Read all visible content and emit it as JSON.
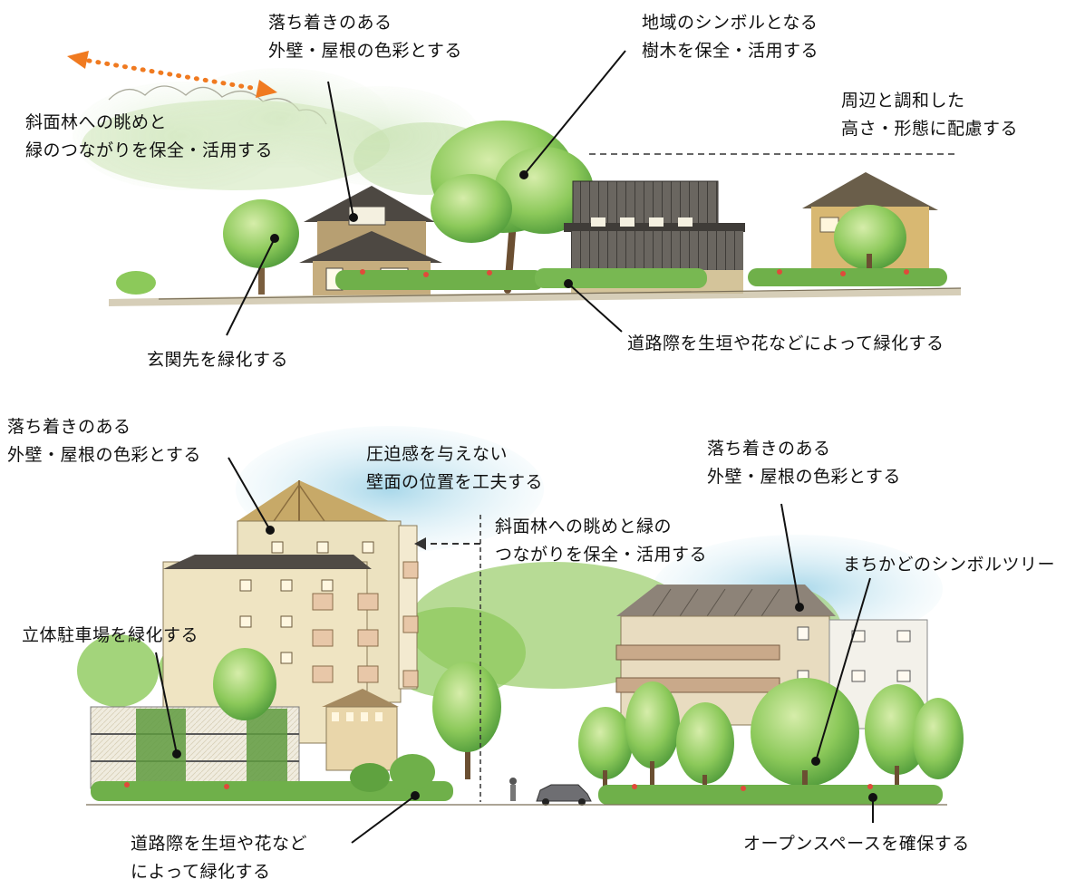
{
  "top": {
    "label_facade_color": {
      "line1": "落ち着きのある",
      "line2": "外壁・屋根の色彩とする"
    },
    "label_symbol_tree": {
      "line1": "地域のシンボルとなる",
      "line2": "樹木を保全・活用する"
    },
    "label_height_form": {
      "line1": "周辺と調和した",
      "line2": "高さ・形態に配慮する"
    },
    "label_slope_forest": {
      "line1": "斜面林への眺めと",
      "line2": "緑のつながりを保全・活用する"
    },
    "label_entrance": {
      "line1": "玄関先を緑化する"
    },
    "label_roadside": {
      "line1": "道路際を生垣や花などによって緑化する"
    }
  },
  "bottom": {
    "label_facade_color_left": {
      "line1": "落ち着きのある",
      "line2": "外壁・屋根の色彩とする"
    },
    "label_wall_position": {
      "line1": "圧迫感を与えない",
      "line2": "壁面の位置を工夫する"
    },
    "label_slope_forest": {
      "line1": "斜面林への眺めと緑の",
      "line2": "つながりを保全・活用する"
    },
    "label_facade_color_right": {
      "line1": "落ち着きのある",
      "line2": "外壁・屋根の色彩とする"
    },
    "label_symbol_tree": {
      "line1": "まちかどのシンボルツリー"
    },
    "label_parking": {
      "line1": "立体駐車場を緑化する"
    },
    "label_roadside": {
      "line1": "道路際を生垣や花など",
      "line2": "によって緑化する"
    },
    "label_open_space": {
      "line1": "オープンスペースを確保する"
    }
  },
  "colors": {
    "arrow_orange": "#f07a20",
    "leader_line": "#111111",
    "foliage_light": "#b7d98a",
    "foliage": "#7fbf4f",
    "foliage_dark": "#4f9a3a",
    "sky": "#bfe3ef",
    "wall_beige": "#e8d9a8",
    "wall_brown": "#a0845a",
    "roof_dark": "#5a5550"
  }
}
